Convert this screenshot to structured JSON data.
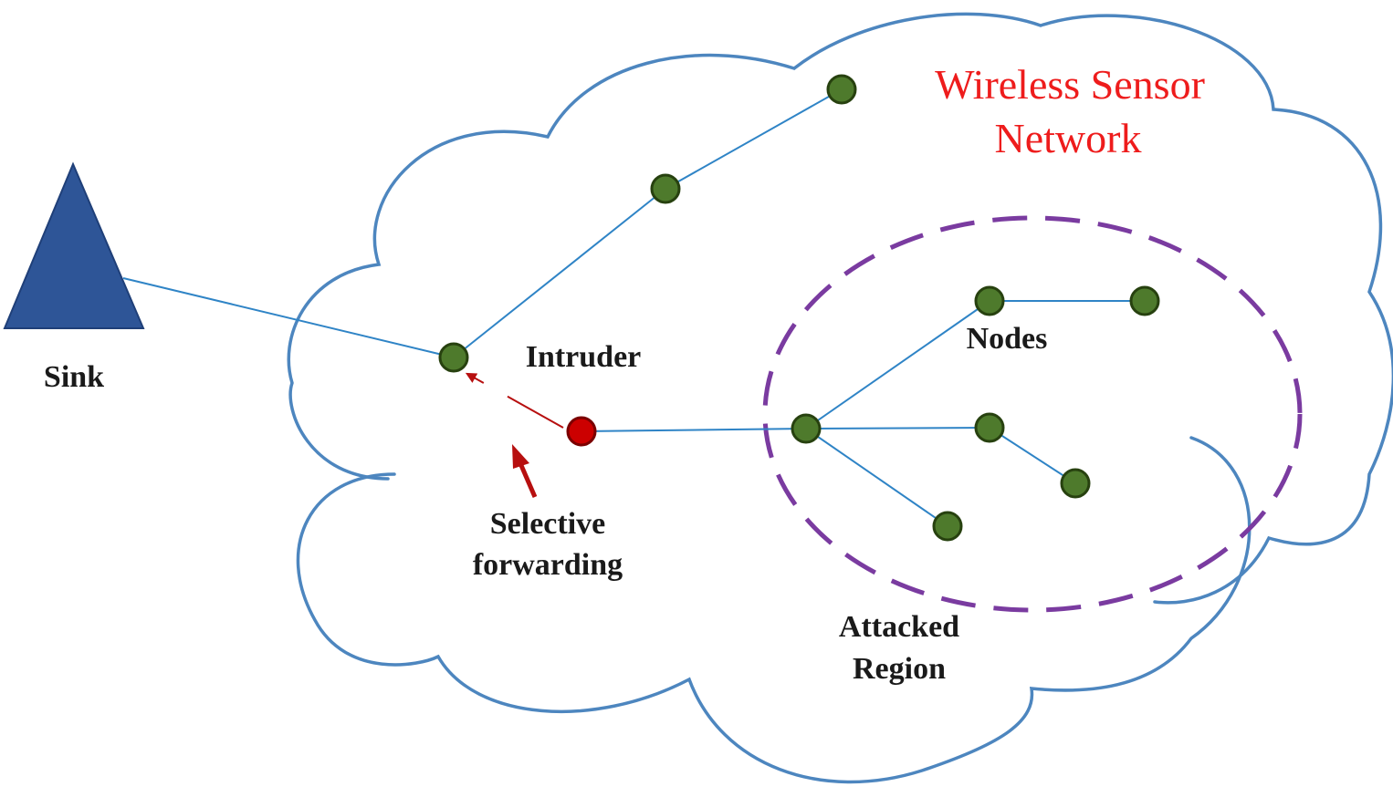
{
  "title": {
    "line1": "Wireless Sensor",
    "line2": "Network"
  },
  "labels": {
    "sink": "Sink",
    "intruder": "Intruder",
    "nodes": "Nodes",
    "selective_line1": "Selective",
    "selective_line2": "forwarding",
    "attacked_line1": "Attacked",
    "attacked_line2": "Region"
  },
  "colors": {
    "cloud_stroke": "#4d86bf",
    "link": "#2f84c6",
    "node": "#4e7a2c",
    "intruder": "#cc0000",
    "sink": "#2e5597",
    "attacked_region": "#7a3ba0",
    "title_text": "#ee1c1c",
    "selective_arrow": "#b70f0f"
  }
}
